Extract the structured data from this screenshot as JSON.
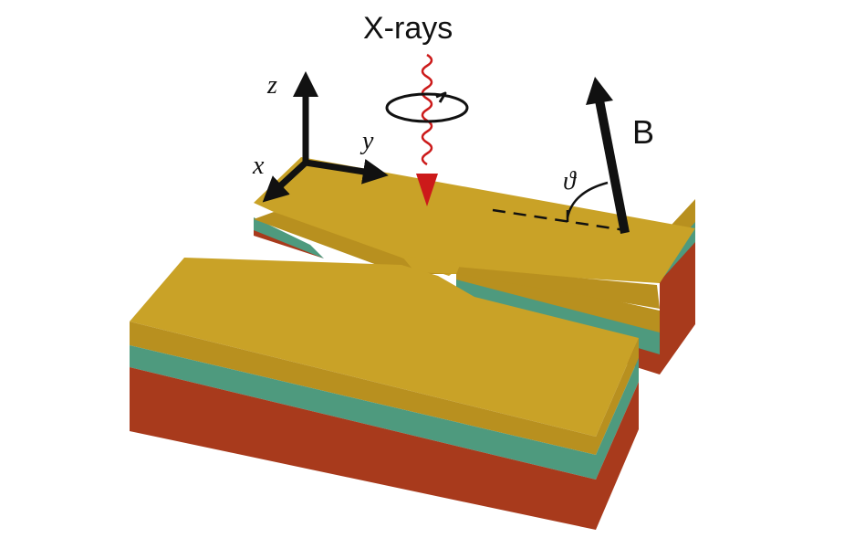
{
  "labels": {
    "beam": "X-rays",
    "field": "B",
    "angle": "ϑ",
    "axis_x": "x",
    "axis_y": "y",
    "axis_z": "z"
  },
  "colors": {
    "top_face": "#C9A227",
    "top_layer_side": "#B8901F",
    "middle_layer": "#4E9A7E",
    "bottom_layer": "#A83A1C",
    "beam": "#CC1A1A",
    "arrows": "#111111"
  }
}
